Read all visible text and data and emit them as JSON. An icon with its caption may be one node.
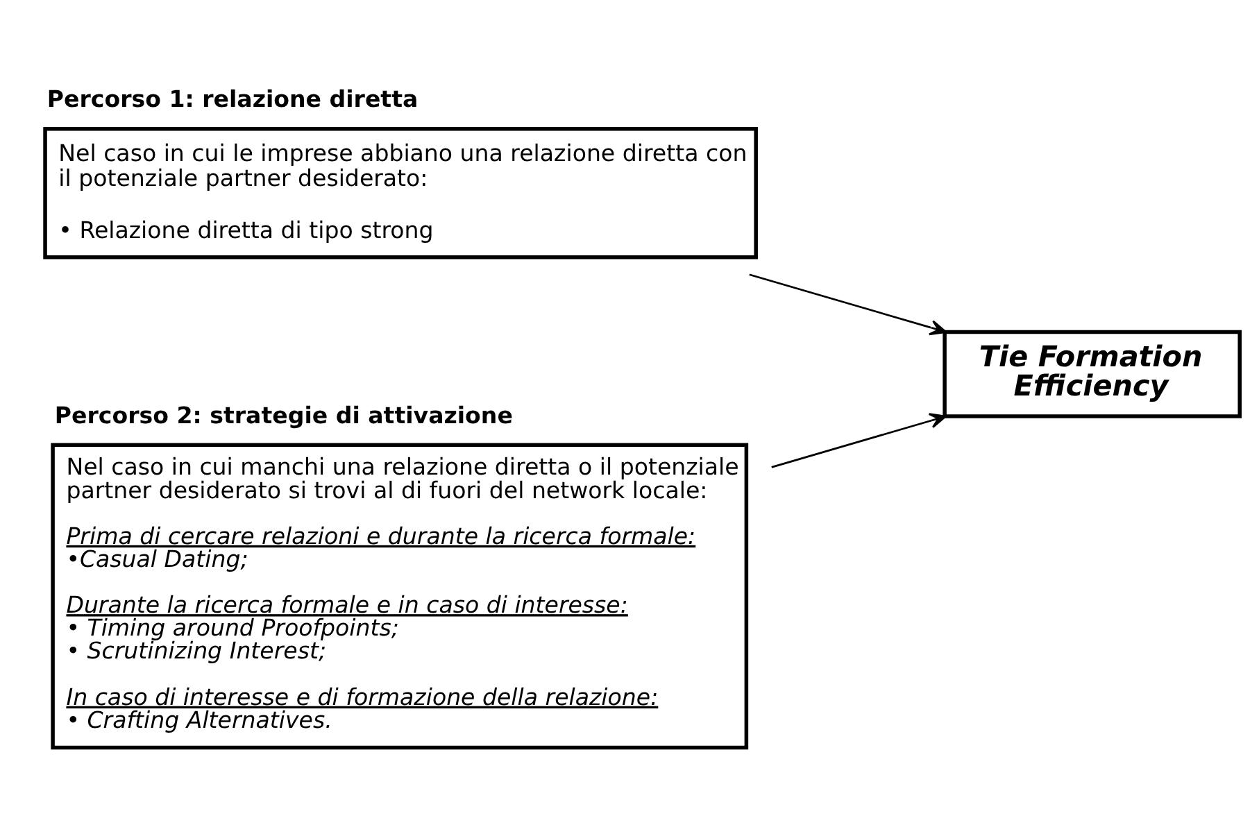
{
  "diagram": {
    "nodes": [
      {
        "text": [
          "Percorso 1: relazione diretta",
          "Nel caso in cui le imprese abbiano una relazione diretta con il potenziale partner desiderato:",
          "• Relazione diretta di tipo strong"
        ]
      },
      {
        "text": [
          "Percorso 2: strategie di attivazione",
          "Nel caso in cui manchi una relazione diretta o il potenziale partner desiderato si trovi al di fuori del network locale:",
          "Prima di cercare relazioni e durante la ricerca formale:",
          "•Casual Dating;",
          "Durante la ricerca formale e in caso di interesse:",
          "• Timing around Proofpoints;",
          "• Scrutinizing Interest;",
          "In caso di interesse e di formazione della relazione:",
          "• Crafting Alternatives."
        ]
      },
      {
        "text": [
          "Tie Formation Efficiency"
        ]
      }
    ],
    "edges": [
      {
        "from": 0,
        "to": 2,
        "arrow": "to"
      },
      {
        "from": 1,
        "to": 2,
        "arrow": "to"
      }
    ]
  }
}
